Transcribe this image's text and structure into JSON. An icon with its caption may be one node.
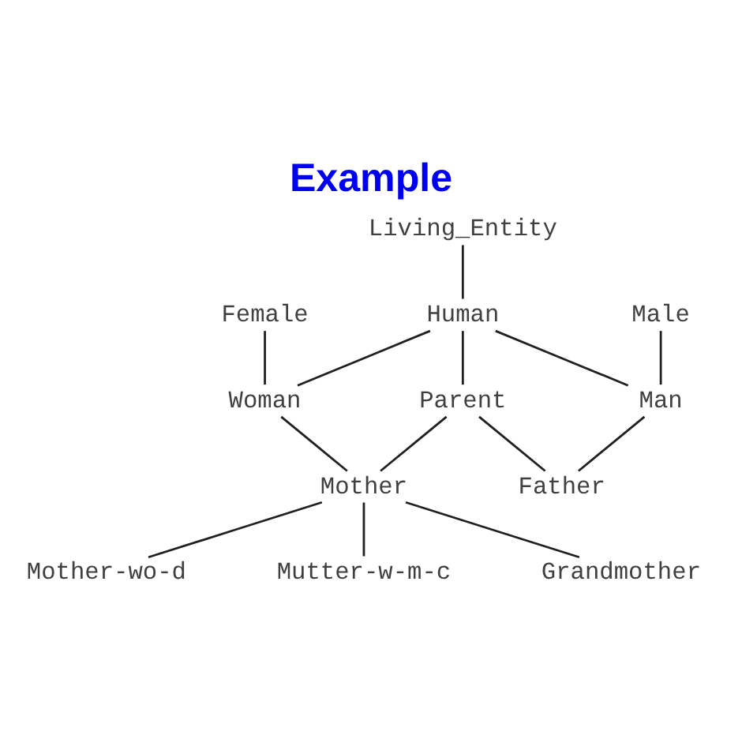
{
  "diagram": {
    "title": "Example",
    "nodes": [
      {
        "text": [
          "Living_Entity"
        ]
      },
      {
        "text": [
          "Female"
        ]
      },
      {
        "text": [
          "Human"
        ]
      },
      {
        "text": [
          "Male"
        ]
      },
      {
        "text": [
          "Woman"
        ]
      },
      {
        "text": [
          "Man"
        ]
      },
      {
        "text": [
          "Parent"
        ]
      },
      {
        "text": [
          "Mother"
        ]
      },
      {
        "text": [
          "Father"
        ]
      },
      {
        "text": [
          "Mother-wo-d"
        ]
      },
      {
        "text": [
          "Mutter-w-m-c"
        ]
      },
      {
        "text": [
          "Grandmother"
        ]
      }
    ],
    "edges": [
      {
        "from": 0,
        "to": 2,
        "arrow": "none"
      },
      {
        "from": 1,
        "to": 4,
        "arrow": "none"
      },
      {
        "from": 2,
        "to": 4,
        "arrow": "none"
      },
      {
        "from": 2,
        "to": 6,
        "arrow": "none"
      },
      {
        "from": 2,
        "to": 5,
        "arrow": "none"
      },
      {
        "from": 3,
        "to": 5,
        "arrow": "none"
      },
      {
        "from": 4,
        "to": 7,
        "arrow": "none"
      },
      {
        "from": 6,
        "to": 7,
        "arrow": "none"
      },
      {
        "from": 6,
        "to": 8,
        "arrow": "none"
      },
      {
        "from": 5,
        "to": 8,
        "arrow": "none"
      },
      {
        "from": 7,
        "to": 9,
        "arrow": "none"
      },
      {
        "from": 7,
        "to": 10,
        "arrow": "none"
      },
      {
        "from": 7,
        "to": 11,
        "arrow": "none"
      }
    ]
  }
}
